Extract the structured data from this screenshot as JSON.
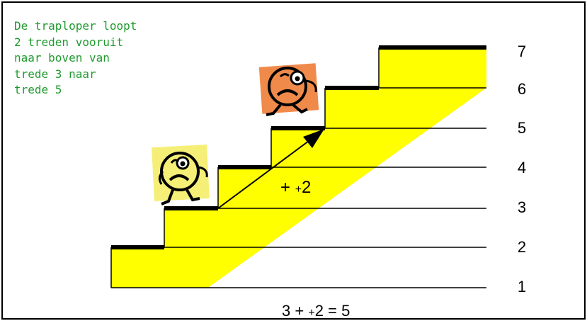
{
  "caption": {
    "lines": [
      "De traploper loopt",
      "2 treden vooruit",
      "naar boven van",
      "trede 3 naar",
      "trede 5"
    ]
  },
  "step_numbers": [
    "1",
    "2",
    "3",
    "4",
    "5",
    "6",
    "7"
  ],
  "jump_label": {
    "op": "+",
    "sign": "+",
    "value": "2"
  },
  "equation": {
    "a": "3",
    "op": "+",
    "sign": "+",
    "b": "2",
    "eq": "=",
    "result": "5"
  },
  "colors": {
    "stair_fill": "#ffff00",
    "stair_edge": "#000000",
    "caption_text": "#1f9a2e",
    "walker_start_bg": "#f5ef77",
    "walker_end_bg": "#f08a4b",
    "frame": "#000000"
  },
  "icons": {
    "walker_start": "worried-stair-walker-icon",
    "walker_end": "worried-stair-walker-icon",
    "arrow": "jump-arrow-icon"
  },
  "jump": {
    "from_step": 3,
    "to_step": 5,
    "steps": 2
  }
}
